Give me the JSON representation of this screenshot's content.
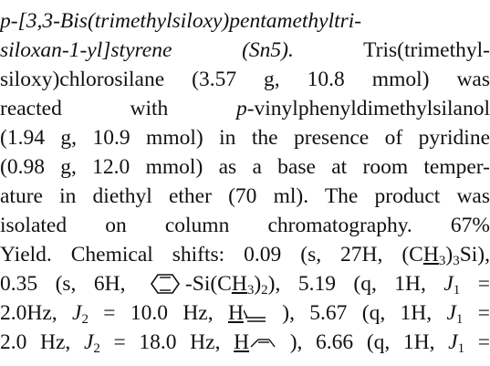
{
  "page": {
    "top_fragment": {
      "pre": "",
      "mid": "",
      "post": ""
    },
    "heading": {
      "name": "p-[3,3-Bis(trimethylsiloxy)pentamethyltri-",
      "name_cont": "siloxan-1-yl]styrene",
      "code": "(Sn5).",
      "text_after": " Tris(trimethyl-"
    },
    "lines": {
      "l3": "siloxy)chlorosilane (3.57 g, 10.8 mmol) was",
      "l4a": "reacted with ",
      "l4b": "p",
      "l4c": "-vinylphenyldimethylsilanol",
      "l5": "(1.94 g, 10.9 mmol) in the presence of pyridine",
      "l6": "(0.98 g, 12.0 mmol) as a base at room temper-",
      "l7": "ature in diethyl ether (70 ml). The product was",
      "l8": "isolated on column chromatography. 67%",
      "l9a": "Yield. Chemical shifts: 0.09 (s, 27H, (C",
      "l9b": "H",
      "l9c": "3",
      "l9d": ")",
      "l9e": "3",
      "l9f": "Si),",
      "l10a": "0.35 (s, 6H, ",
      "l10b": "-Si(C",
      "l10c": "H",
      "l10d": "3",
      "l10e": ")",
      "l10f": "2",
      "l10g": "), 5.19 (q, 1H, ",
      "l10h": "J",
      "l10i": "1",
      "l10j": " =",
      "l11a": "2.0Hz, ",
      "l11b": "J",
      "l11c": "2",
      "l11d": " = 10.0 Hz, ",
      "l11e": "H",
      "l11f": " ), 5.67 (q, 1H, ",
      "l11g": "J",
      "l11h": "1",
      "l11i": " =",
      "l12a": "2.0 Hz, ",
      "l12b": "J",
      "l12c": "2",
      "l12d": " = 18.0 Hz, ",
      "l12e": "H",
      "l12f": " ), 6.66 (q, 1H, ",
      "l12g": "J",
      "l12h": "1",
      "l12i": " ="
    }
  }
}
